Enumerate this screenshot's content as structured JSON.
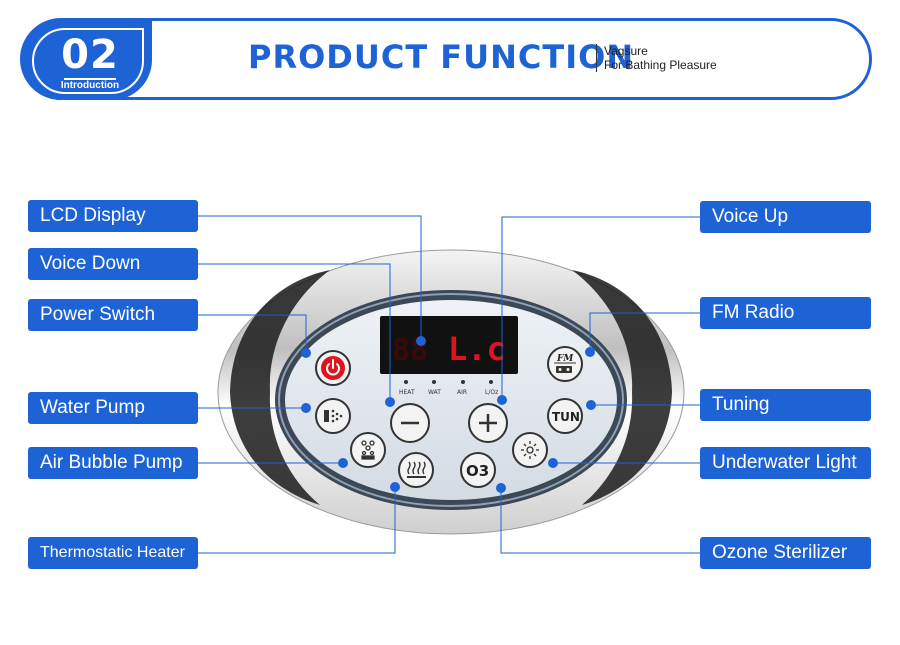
{
  "header": {
    "number": "02",
    "section": "Introduction",
    "title": "PRODUCT FUNCTION",
    "brand": "Vagsure",
    "tagline": "For Bathing Pleasure"
  },
  "labels": {
    "lcd_display": "LCD Display",
    "voice_down": "Voice Down",
    "power_switch": "Power Switch",
    "water_pump": "Water Pump",
    "air_bubble_pump": "Air Bubble Pump",
    "thermostatic_heater": "Thermostatic Heater",
    "voice_up": "Voice Up",
    "fm_radio": "FM Radio",
    "tuning": "Tuning",
    "underwater_light": "Underwater Light",
    "ozone_sterilizer": "Ozone Sterilizer"
  },
  "panel": {
    "display_text": "L.c",
    "indicators": [
      "HEAT",
      "WAT",
      "AIR",
      "L/Oz"
    ],
    "tun_label": "TUN",
    "ozone_label": "O3",
    "fm_label": "FM"
  },
  "colors": {
    "accent": "#1d63d6",
    "display_red": "#e0141e",
    "panel_face": "#dfe6ee",
    "panel_rim": "#3d4856"
  }
}
